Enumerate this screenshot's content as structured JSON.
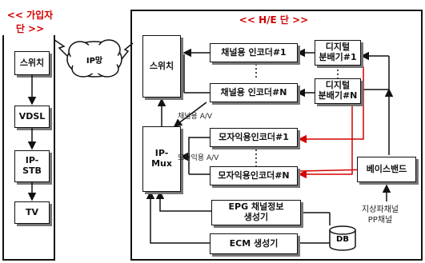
{
  "subscriber": {
    "title": "<< 가입자\n단 >>",
    "switch": "스위치",
    "vdsl": "VDSL",
    "stb": "IP-\nSTB",
    "tv": "TV"
  },
  "cloud": {
    "label": "IP망"
  },
  "headend": {
    "title": "<< H/E 단 >>",
    "switch": "스위치",
    "ipmux": "IP-\nMux",
    "enc1": "채널용 인코더#1",
    "encN": "채널용 인코더#N",
    "div1": "디지털\n분배기#1",
    "divN": "디지털\n분배기#N",
    "child1": "모자익용인코더#1",
    "childN": "모자익용인코더#N",
    "baseband": "베이스밴드",
    "epg": "EPG 채널정보\n생성기",
    "ecm": "ECM 생성기",
    "db": "DB",
    "note_av1": "채널용 A/V",
    "note_av2": "모자익용 A/V",
    "broadcast": "지상파채널\nPP채널"
  },
  "colors": {
    "red_line": "#d40000",
    "line": "#111111",
    "shadow": "#777777"
  }
}
